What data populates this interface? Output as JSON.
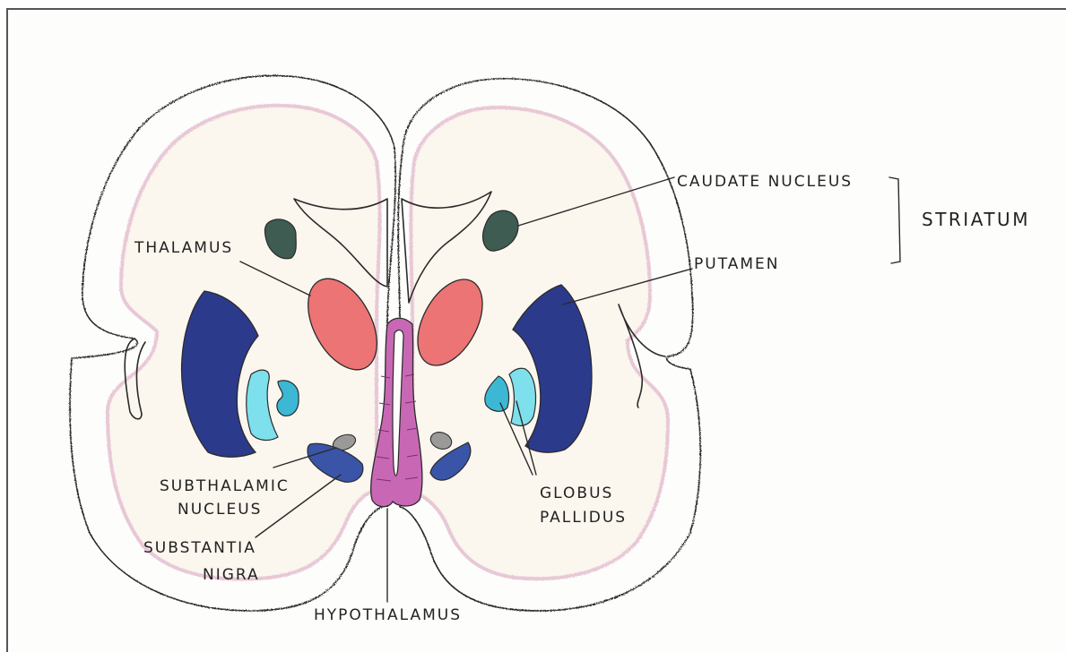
{
  "labels": {
    "caudate_nucleus": "CAUDATE NUCLEUS",
    "striatum": "STRIATUM",
    "thalamus": "THALAMUS",
    "putamen": "PUTAMEN",
    "subthalamic_line1": "SUBTHALAMIC",
    "subthalamic_line2": "NUCLEUS",
    "substantia_line1": "SUBSTANTIA",
    "substantia_line2": "NIGRA",
    "globus_line1": "GLOBUS",
    "globus_line2": "PALLIDUS",
    "hypothalamus": "HYPOTHALAMUS"
  },
  "colors": {
    "cortex_outer": "#e0b884",
    "cortex_inner": "#fbf6ee",
    "cortex_tint": "#e8c8d6",
    "caudate": "#3e5c51",
    "thalamus": "#ec7474",
    "putamen": "#2c3a8c",
    "globus_pallidus": "#5ec8dc",
    "subthalamic": "#9c9a98",
    "substantia_nigra": "#3a54a8",
    "hypothalamus": "#c868b4",
    "ink": "#2a2a2a"
  }
}
